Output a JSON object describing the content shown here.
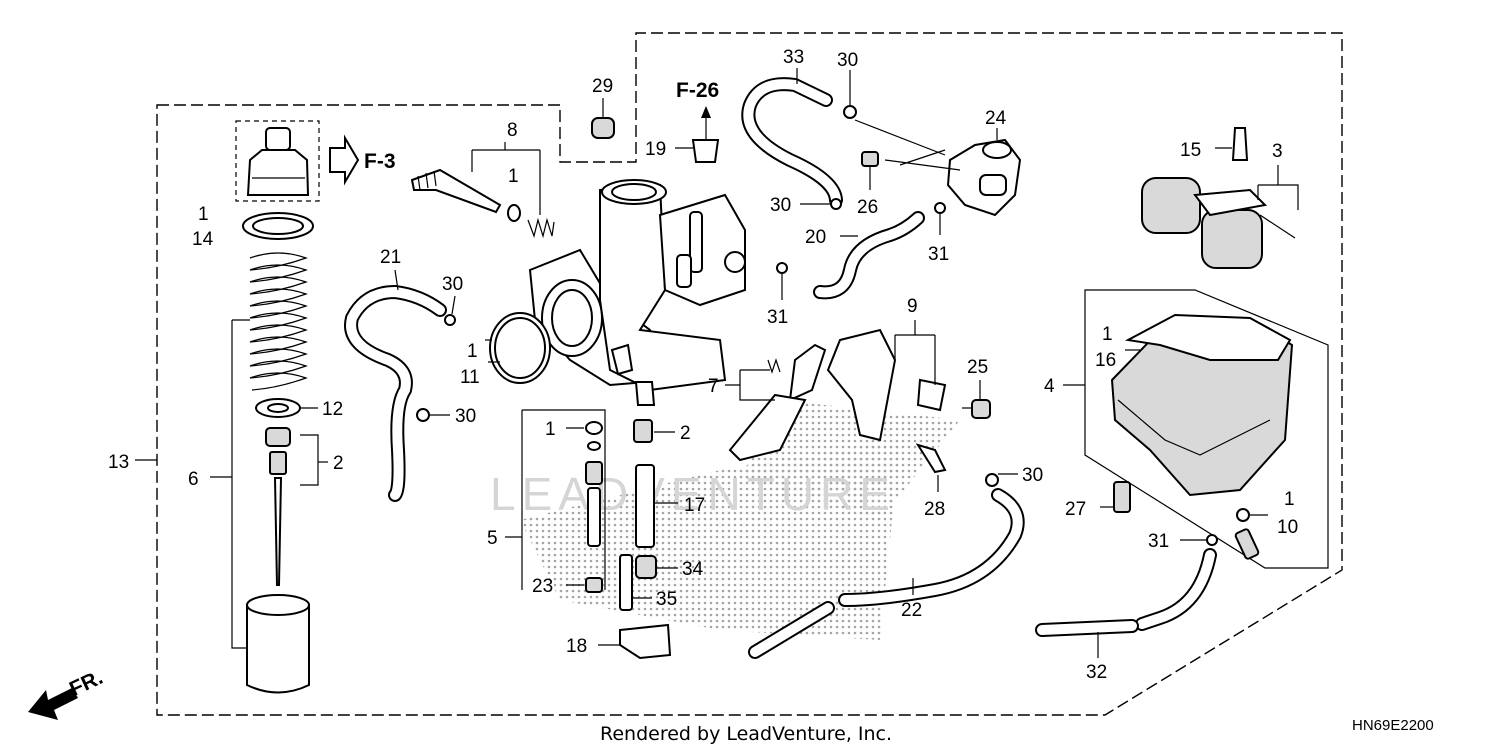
{
  "callouts": [
    {
      "id": "c1a",
      "text": "1"
    },
    {
      "id": "c14",
      "text": "14"
    },
    {
      "id": "c13",
      "text": "13"
    },
    {
      "id": "c6",
      "text": "6"
    },
    {
      "id": "c12",
      "text": "12"
    },
    {
      "id": "c2a",
      "text": "2"
    },
    {
      "id": "c8",
      "text": "8"
    },
    {
      "id": "c1b",
      "text": "1"
    },
    {
      "id": "c29",
      "text": "29"
    },
    {
      "id": "c19",
      "text": "19"
    },
    {
      "id": "c33",
      "text": "33"
    },
    {
      "id": "c30a",
      "text": "30"
    },
    {
      "id": "c24",
      "text": "24"
    },
    {
      "id": "c30b",
      "text": "30"
    },
    {
      "id": "c26",
      "text": "26"
    },
    {
      "id": "c31a",
      "text": "31"
    },
    {
      "id": "c20",
      "text": "20"
    },
    {
      "id": "c31b",
      "text": "31"
    },
    {
      "id": "c21",
      "text": "21"
    },
    {
      "id": "c30c",
      "text": "30"
    },
    {
      "id": "c1c",
      "text": "1"
    },
    {
      "id": "c11",
      "text": "11"
    },
    {
      "id": "c30d",
      "text": "30"
    },
    {
      "id": "c15",
      "text": "15"
    },
    {
      "id": "c3",
      "text": "3"
    },
    {
      "id": "c9",
      "text": "9"
    },
    {
      "id": "c7",
      "text": "7"
    },
    {
      "id": "c25",
      "text": "25"
    },
    {
      "id": "c1d",
      "text": "1"
    },
    {
      "id": "c16",
      "text": "16"
    },
    {
      "id": "c4",
      "text": "4"
    },
    {
      "id": "c1e",
      "text": "1"
    },
    {
      "id": "c2b",
      "text": "2"
    },
    {
      "id": "c5",
      "text": "5"
    },
    {
      "id": "c17",
      "text": "17"
    },
    {
      "id": "c23",
      "text": "23"
    },
    {
      "id": "c34",
      "text": "34"
    },
    {
      "id": "c35",
      "text": "35"
    },
    {
      "id": "c18",
      "text": "18"
    },
    {
      "id": "c30e",
      "text": "30"
    },
    {
      "id": "c28",
      "text": "28"
    },
    {
      "id": "c27",
      "text": "27"
    },
    {
      "id": "c1f",
      "text": "1"
    },
    {
      "id": "c10",
      "text": "10"
    },
    {
      "id": "c31c",
      "text": "31"
    },
    {
      "id": "c22",
      "text": "22"
    },
    {
      "id": "c32",
      "text": "32"
    }
  ],
  "references": {
    "f3": "F-3",
    "f26": "F-26"
  },
  "front_marker": "FR.",
  "footer": {
    "rendered_by": "Rendered by LeadVenture, Inc.",
    "diagram_code": "HN69E2200"
  },
  "watermark": "LEADVENTURE"
}
